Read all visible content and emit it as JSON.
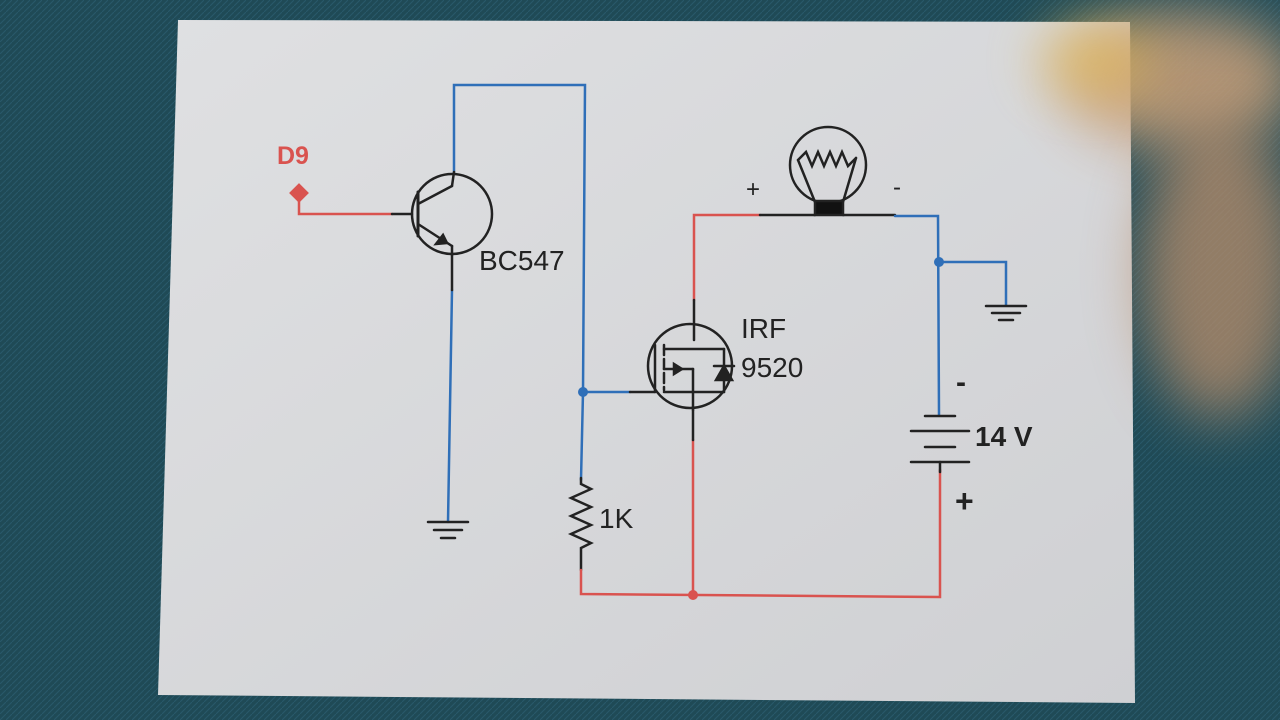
{
  "input_pin": {
    "label": "D9",
    "color": "#d9534f"
  },
  "transistor": {
    "label": "BC547"
  },
  "resistor": {
    "label": "1K"
  },
  "mosfet": {
    "label_line1": "IRF",
    "label_line2": "9520"
  },
  "lamp": {
    "plus": "+",
    "minus": "-"
  },
  "battery": {
    "label": "14 V",
    "minus": "-",
    "plus": "+"
  },
  "colors": {
    "wire_blue": "#2f6fb8",
    "wire_red": "#d9534f",
    "paper": "#d6d7da",
    "background": "#1e4854"
  }
}
